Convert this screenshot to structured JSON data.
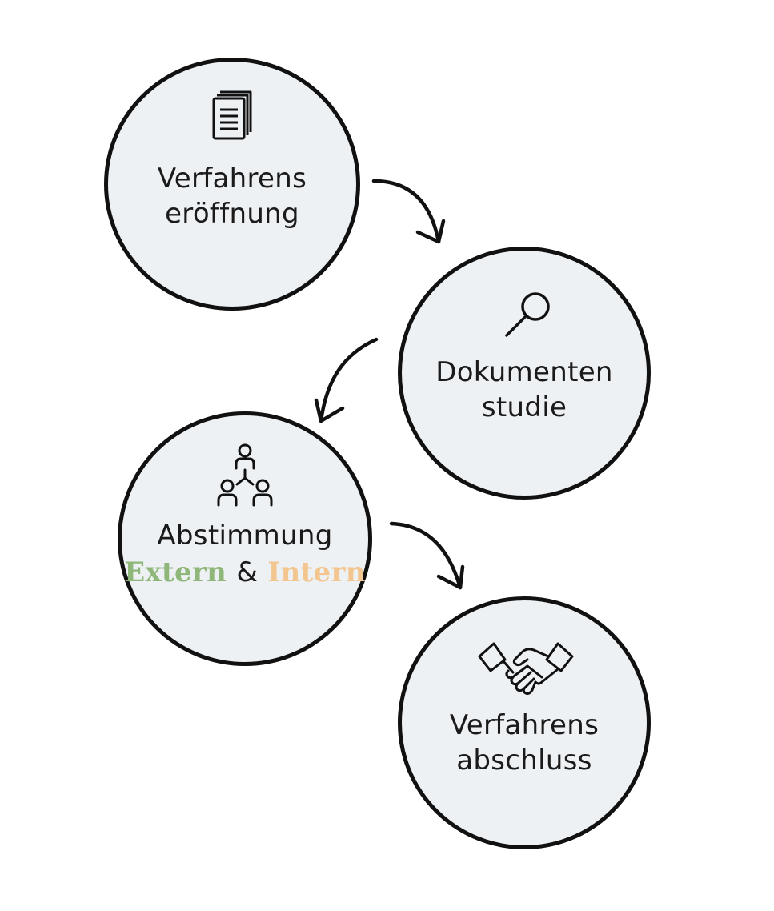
{
  "steps": [
    {
      "line1": "Verfahrens",
      "line2": "eröffnung",
      "icon": "documents-icon"
    },
    {
      "line1": "Dokumenten",
      "line2": "studie",
      "icon": "magnifier-icon"
    },
    {
      "line1": "Abstimmung",
      "extern": "Extern",
      "amp": "&",
      "intern": "Intern",
      "icon": "team-hierarchy-icon"
    },
    {
      "line1": "Verfahrens",
      "line2": "abschluss",
      "icon": "handshake-icon"
    }
  ],
  "colors": {
    "circle_fill": "#eef1f4",
    "outline": "#111111",
    "extern": "#8fb77a",
    "intern": "#f3c58f"
  }
}
